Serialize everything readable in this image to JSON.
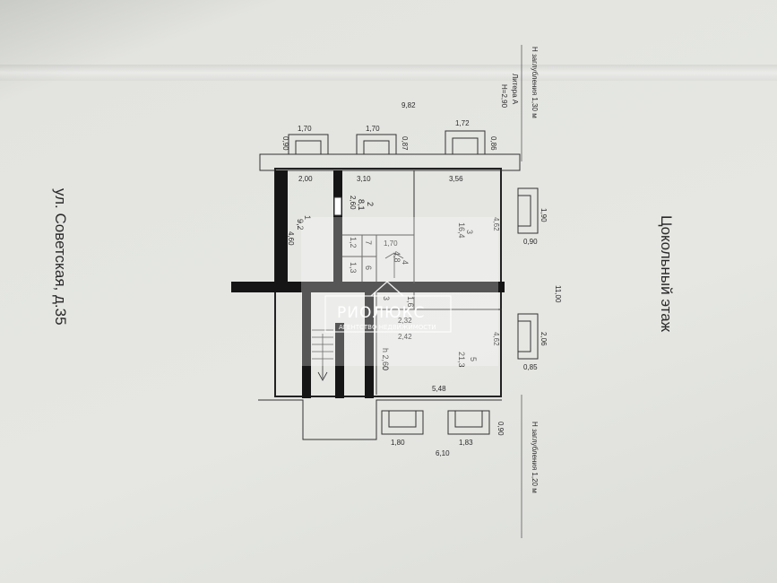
{
  "street_label": "ул. Советская, д.35",
  "floor_label": "Цокольный этаж",
  "liter": {
    "name": "Литера А",
    "height": "Н=2,90"
  },
  "depth_top": "Н заглубления 1,30 м",
  "depth_bottom": "Н заглубления 1,20 м",
  "overall_width": "9,82",
  "overall_height": "11,00",
  "bottom_width": "6,10",
  "watermark": {
    "brand": "РИОЛЮКС",
    "subtitle": "АГЕНТСТВО НЕДВИЖИМОСТИ"
  },
  "top_dims": [
    "1,70",
    "1,70",
    "1,72"
  ],
  "top_offsets": [
    "0,90",
    "0,87",
    "0,86"
  ],
  "right_dims": [
    "1,90",
    "0,90",
    "2,06",
    "0,85"
  ],
  "bottom_dims": [
    "1,80",
    "1,83",
    "0,90"
  ],
  "rooms": [
    {
      "number": "1",
      "area": "9,2",
      "width": "2,00",
      "length": "4,60"
    },
    {
      "number": "2",
      "area": "8,1",
      "width": "3,10",
      "length": "2,60"
    },
    {
      "number": "3",
      "area": "16,4",
      "width": "3,56",
      "length": "4,62"
    },
    {
      "number": "4",
      "area": "4,8",
      "width": "1,70"
    },
    {
      "number": "5",
      "area": "21,3",
      "width": "5,48",
      "length": "4,62",
      "height": "h 2,60"
    },
    {
      "number": "6",
      "area": "1,3"
    },
    {
      "number": "7",
      "area": "1,2"
    }
  ],
  "corridor": {
    "number": "3",
    "area": "1,6",
    "width": "2,32",
    "length": "2,42"
  }
}
